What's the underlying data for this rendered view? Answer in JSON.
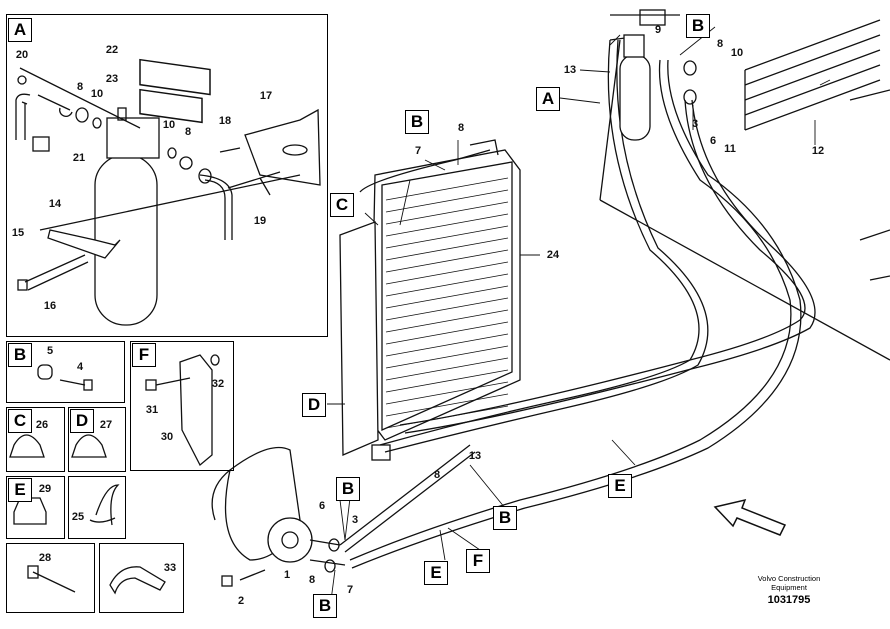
{
  "insets": {
    "A": {
      "letter": "A",
      "callouts": [
        "20",
        "8",
        "10",
        "22",
        "23",
        "17",
        "18",
        "10",
        "8",
        "21",
        "14",
        "15",
        "19",
        "16"
      ]
    },
    "B": {
      "letter": "B",
      "callouts": [
        "5",
        "4"
      ]
    },
    "C": {
      "letter": "C",
      "callouts": [
        "26"
      ]
    },
    "D": {
      "letter": "D",
      "callouts": [
        "27"
      ]
    },
    "E": {
      "letter": "E",
      "callouts": [
        "29"
      ]
    },
    "clamp": {
      "callouts": [
        "25"
      ]
    },
    "bolt": {
      "callouts": [
        "28"
      ]
    },
    "clip": {
      "callouts": [
        "33"
      ]
    },
    "F": {
      "letter": "F",
      "callouts": [
        "32",
        "31",
        "30"
      ]
    }
  },
  "main": {
    "letters": [
      "A",
      "B",
      "C",
      "D",
      "B",
      "B",
      "B",
      "B",
      "E",
      "E",
      "F"
    ],
    "callouts": [
      "13",
      "9",
      "8",
      "10",
      "3",
      "6",
      "11",
      "12",
      "8",
      "7",
      "24",
      "13",
      "8",
      "6",
      "3",
      "8",
      "7",
      "1",
      "2"
    ]
  },
  "footer": {
    "brand": "Volvo Construction Equipment",
    "doc_number": "1031795"
  }
}
